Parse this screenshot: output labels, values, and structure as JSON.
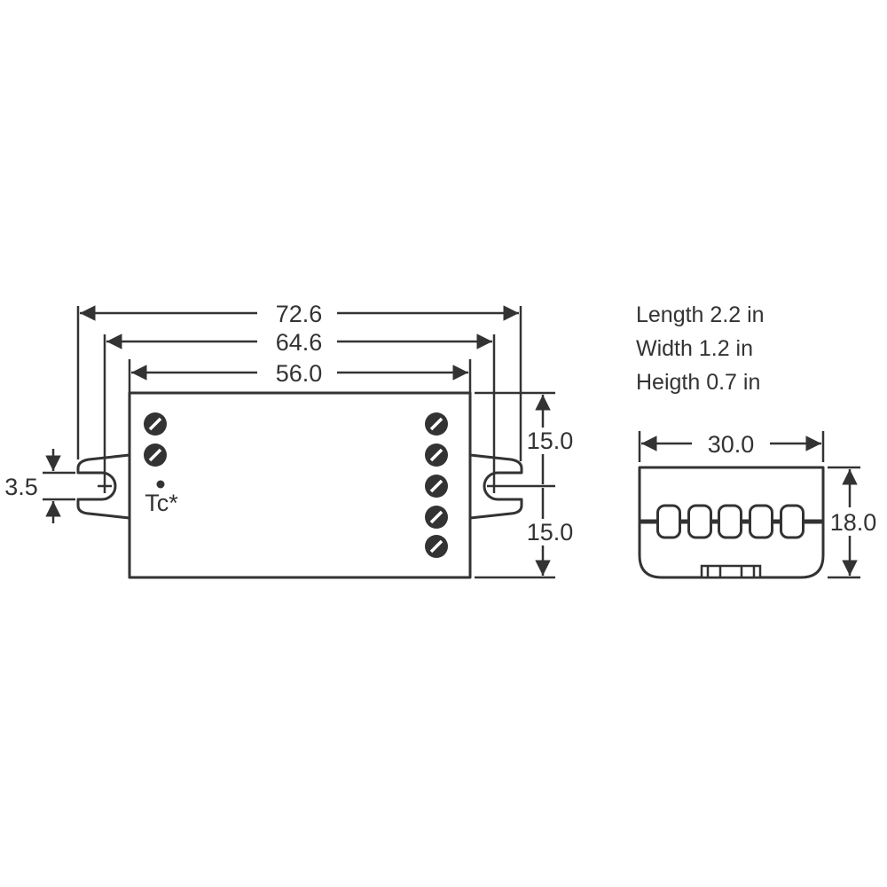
{
  "colors": {
    "line": "#333333",
    "background": "#ffffff"
  },
  "dimensions": {
    "overall_length": "72.6",
    "mounting_hole_spacing": "64.6",
    "body_length": "56.0",
    "slot_width": "3.5",
    "upper_half_height": "15.0",
    "lower_half_height": "15.0",
    "end_width": "30.0",
    "end_height": "18.0"
  },
  "labels": {
    "tc_point": "Tc*"
  },
  "specs": [
    "Length 2.2 in",
    "Width 1.2 in",
    "Heigth 0.7 in"
  ]
}
